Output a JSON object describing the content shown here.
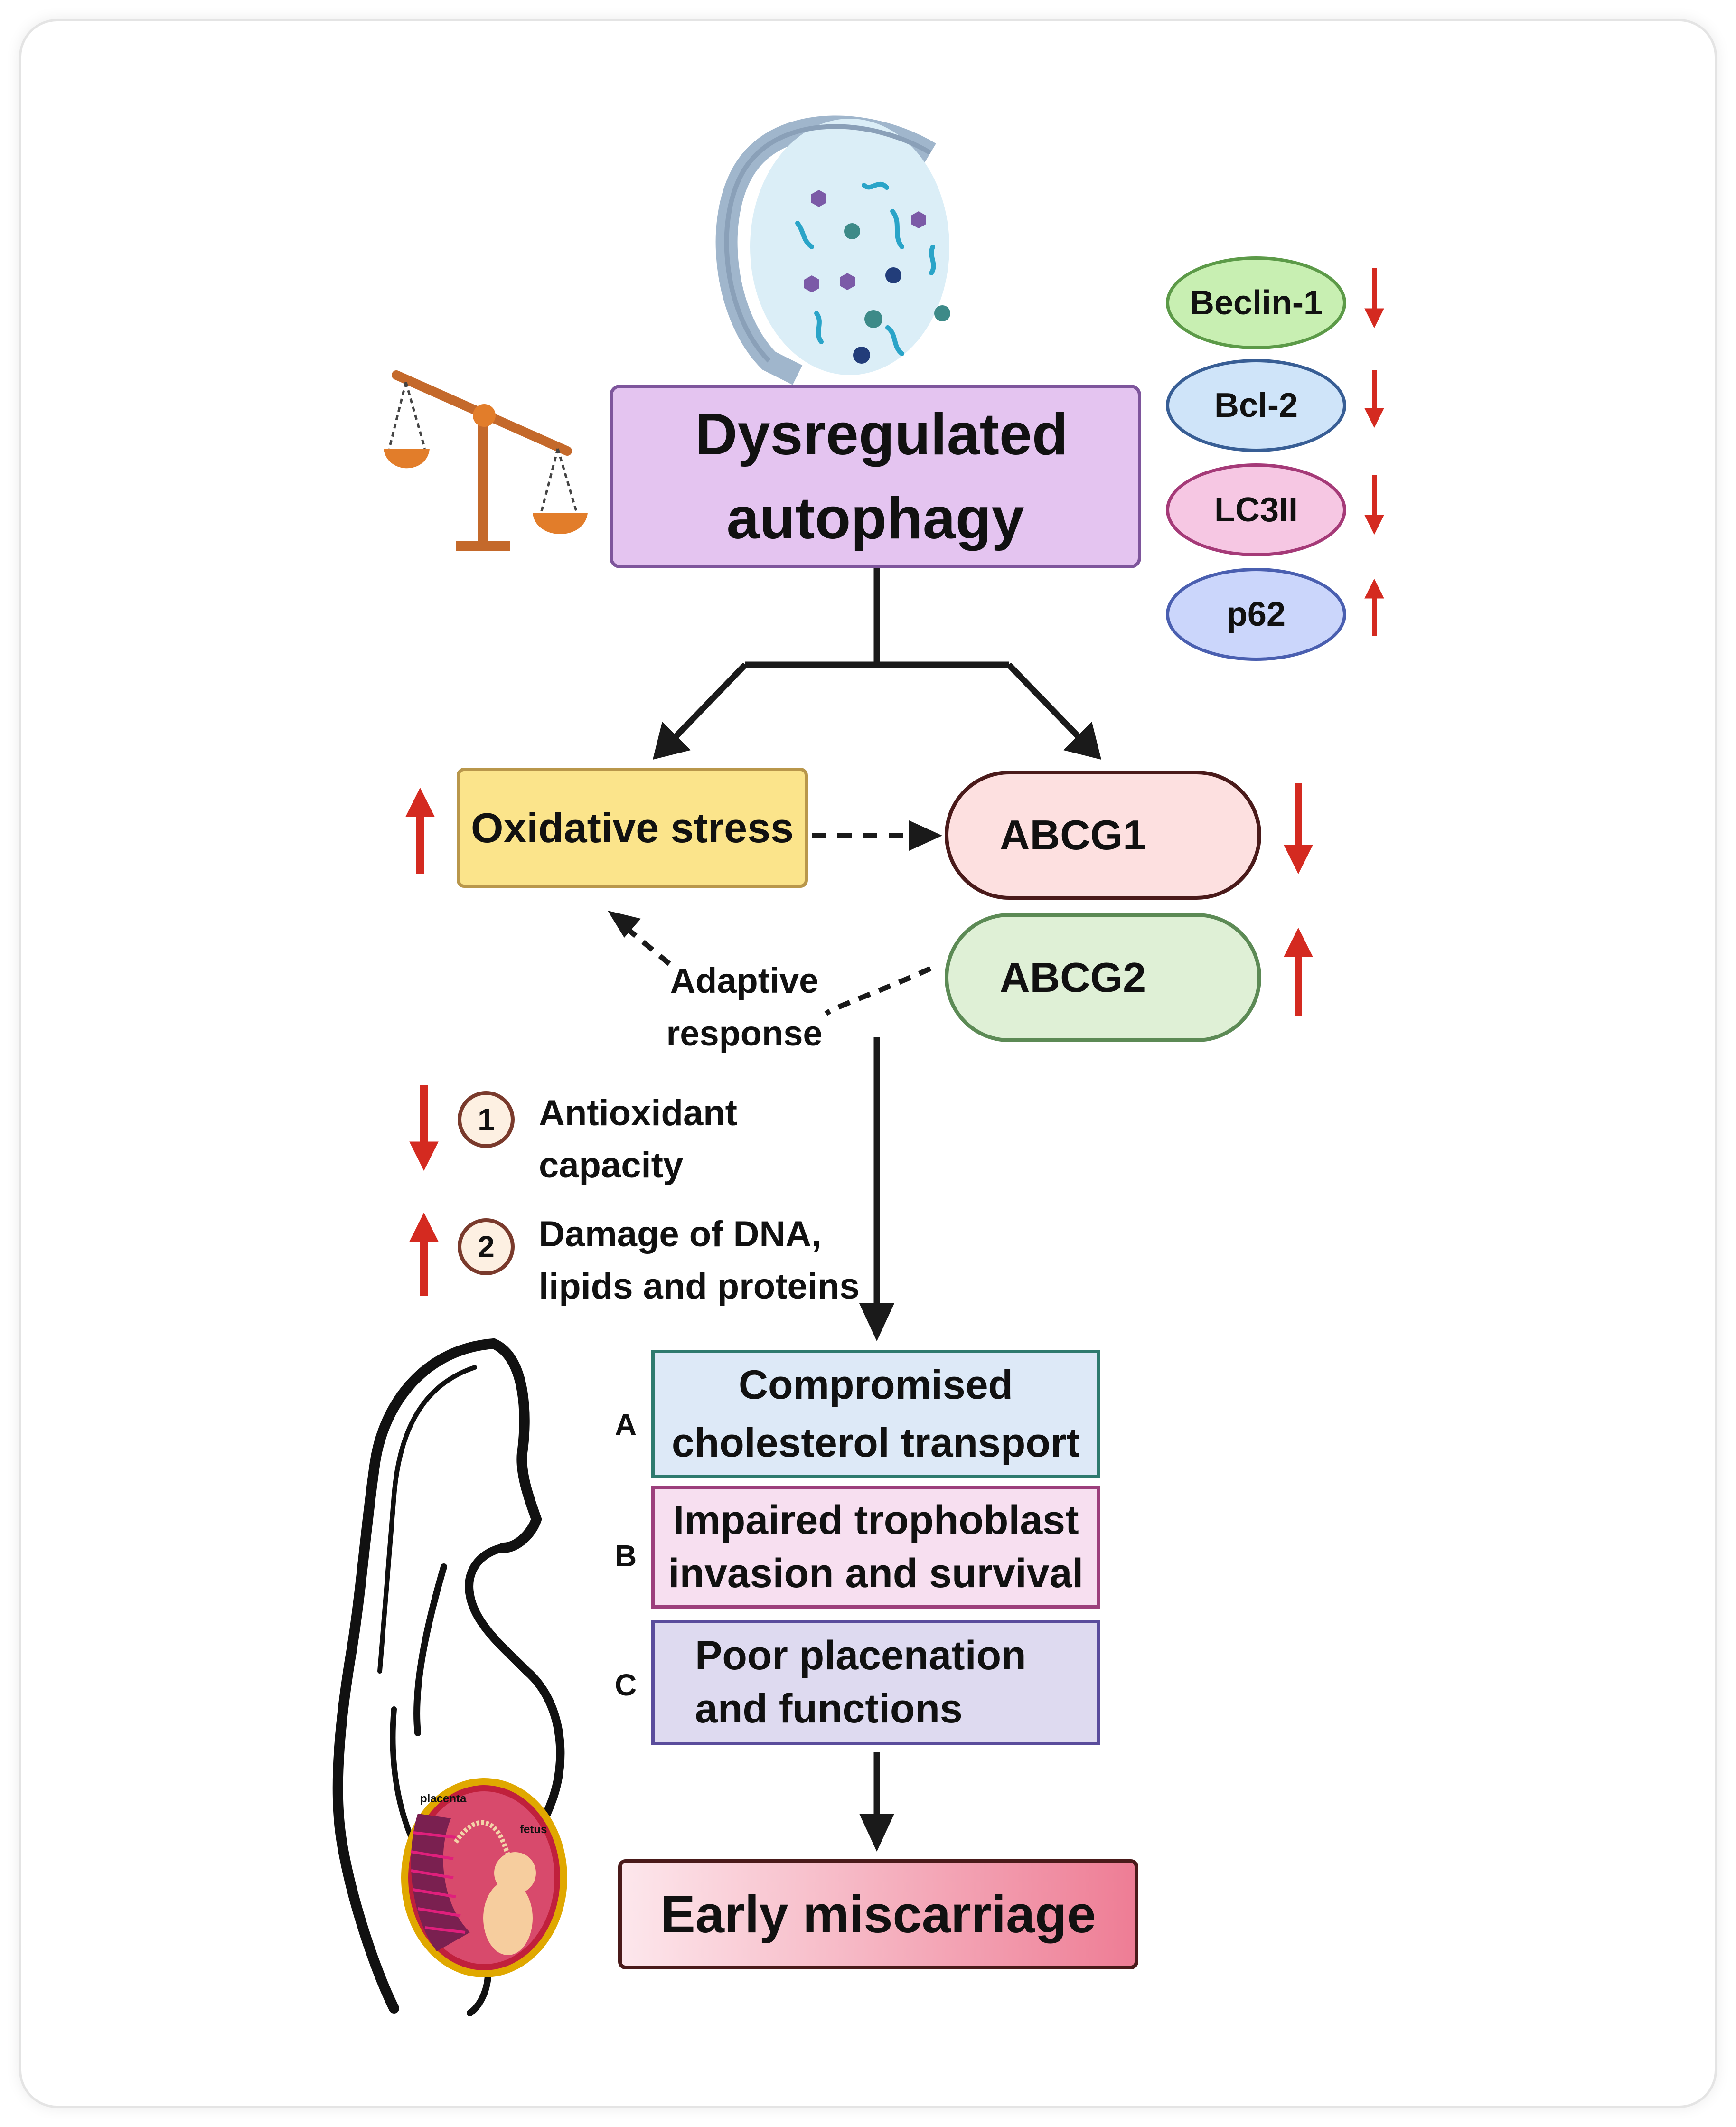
{
  "main": {
    "title": "Dysregulated autophagy"
  },
  "markers": [
    {
      "label": "Beclin-1",
      "direction": "down",
      "color": "#c8efb2"
    },
    {
      "label": "Bcl-2",
      "direction": "down",
      "color": "#cfe4f9"
    },
    {
      "label": "LC3II",
      "direction": "down",
      "color": "#f6c7e3"
    },
    {
      "label": "p62",
      "direction": "up",
      "color": "#cbd6fb"
    }
  ],
  "oxidative": {
    "label": "Oxidative stress",
    "direction": "up"
  },
  "abcg1": {
    "label": "ABCG1",
    "direction": "down"
  },
  "abcg2": {
    "label": "ABCG2",
    "direction": "up"
  },
  "adaptive": {
    "line1": "Adaptive",
    "line2": "response"
  },
  "effects": [
    {
      "num": "1",
      "line1": "Antioxidant",
      "line2": "capacity",
      "direction": "down"
    },
    {
      "num": "2",
      "line1": "Damage of DNA,",
      "line2": "lipids and proteins",
      "direction": "up"
    }
  ],
  "outcomes": [
    {
      "letter": "A",
      "line1": "Compromised",
      "line2": "cholesterol transport"
    },
    {
      "letter": "B",
      "line1": "Impaired trophoblast",
      "line2": "invasion and survival"
    },
    {
      "letter": "C",
      "line1": "Poor placenation",
      "line2": "and functions"
    }
  ],
  "final": {
    "label": "Early miscarriage"
  },
  "uterus": {
    "placenta": "placenta",
    "fetus": "fetus"
  },
  "colors": {
    "arrow_red": "#d42a20",
    "arrow_black": "#1a1a1a"
  }
}
